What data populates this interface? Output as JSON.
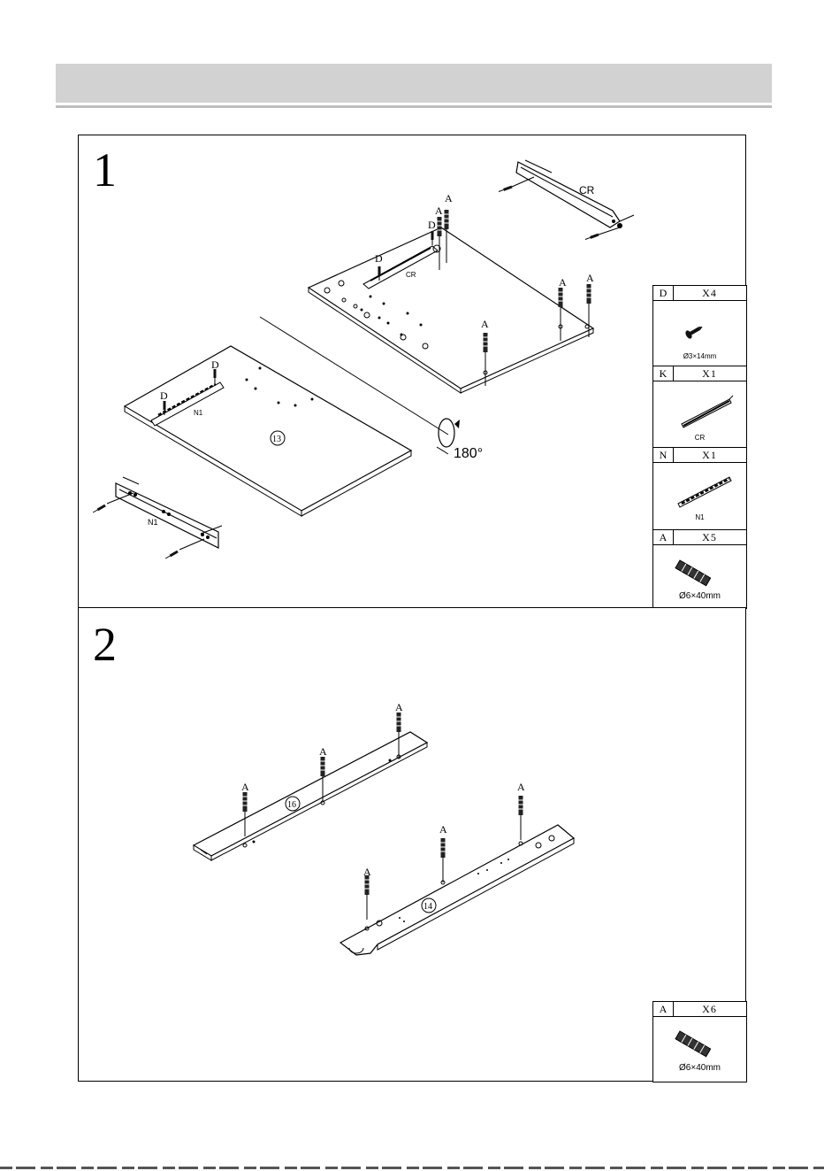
{
  "step1": {
    "number": "1",
    "labels": {
      "cr_rail": "CR",
      "cr_on_panel": "CR",
      "n1_on_panel": "N1",
      "n1_rail": "N1",
      "panel_13": "13",
      "rotate": "180°",
      "screw_d": "D",
      "dowel_a": "A"
    },
    "parts": [
      {
        "letter": "D",
        "qty": "X4",
        "caption": "Ø3×14mm",
        "icon": "screw-icon"
      },
      {
        "letter": "K",
        "qty": "X1",
        "caption": "CR",
        "icon": "cr-rail-icon"
      },
      {
        "letter": "N",
        "qty": "X1",
        "caption": "N1",
        "icon": "n1-rail-icon"
      },
      {
        "letter": "A",
        "qty": "X5",
        "caption": "Ø6×40mm",
        "icon": "dowel-icon"
      }
    ]
  },
  "step2": {
    "number": "2",
    "labels": {
      "panel_16": "16",
      "panel_14": "14",
      "dowel_a": "A"
    },
    "parts": [
      {
        "letter": "A",
        "qty": "X6",
        "caption": "Ø6×40mm",
        "icon": "dowel-icon"
      }
    ]
  }
}
